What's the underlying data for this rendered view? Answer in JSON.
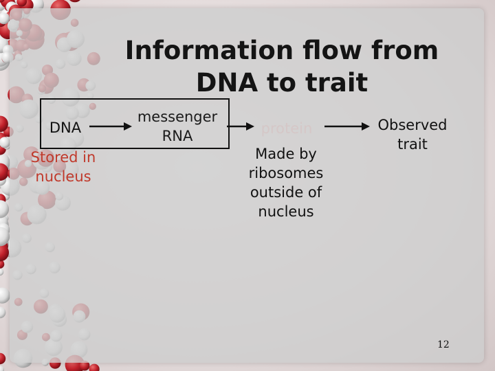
{
  "slide": {
    "title": "Information flow from DNA to trait",
    "steps": {
      "dna": "DNA",
      "dna_note": "Stored in nucleus",
      "mrna": "messenger RNA",
      "protein": "protein",
      "protein_note": "Made by ribosomes outside of nucleus",
      "trait": "Observed trait"
    },
    "page_number": "12"
  },
  "colors": {
    "note_red": "#c0392b",
    "protein_faded": "#d5c7c7",
    "bead_red": "#b8202a",
    "bead_white": "#f4f4f4"
  }
}
